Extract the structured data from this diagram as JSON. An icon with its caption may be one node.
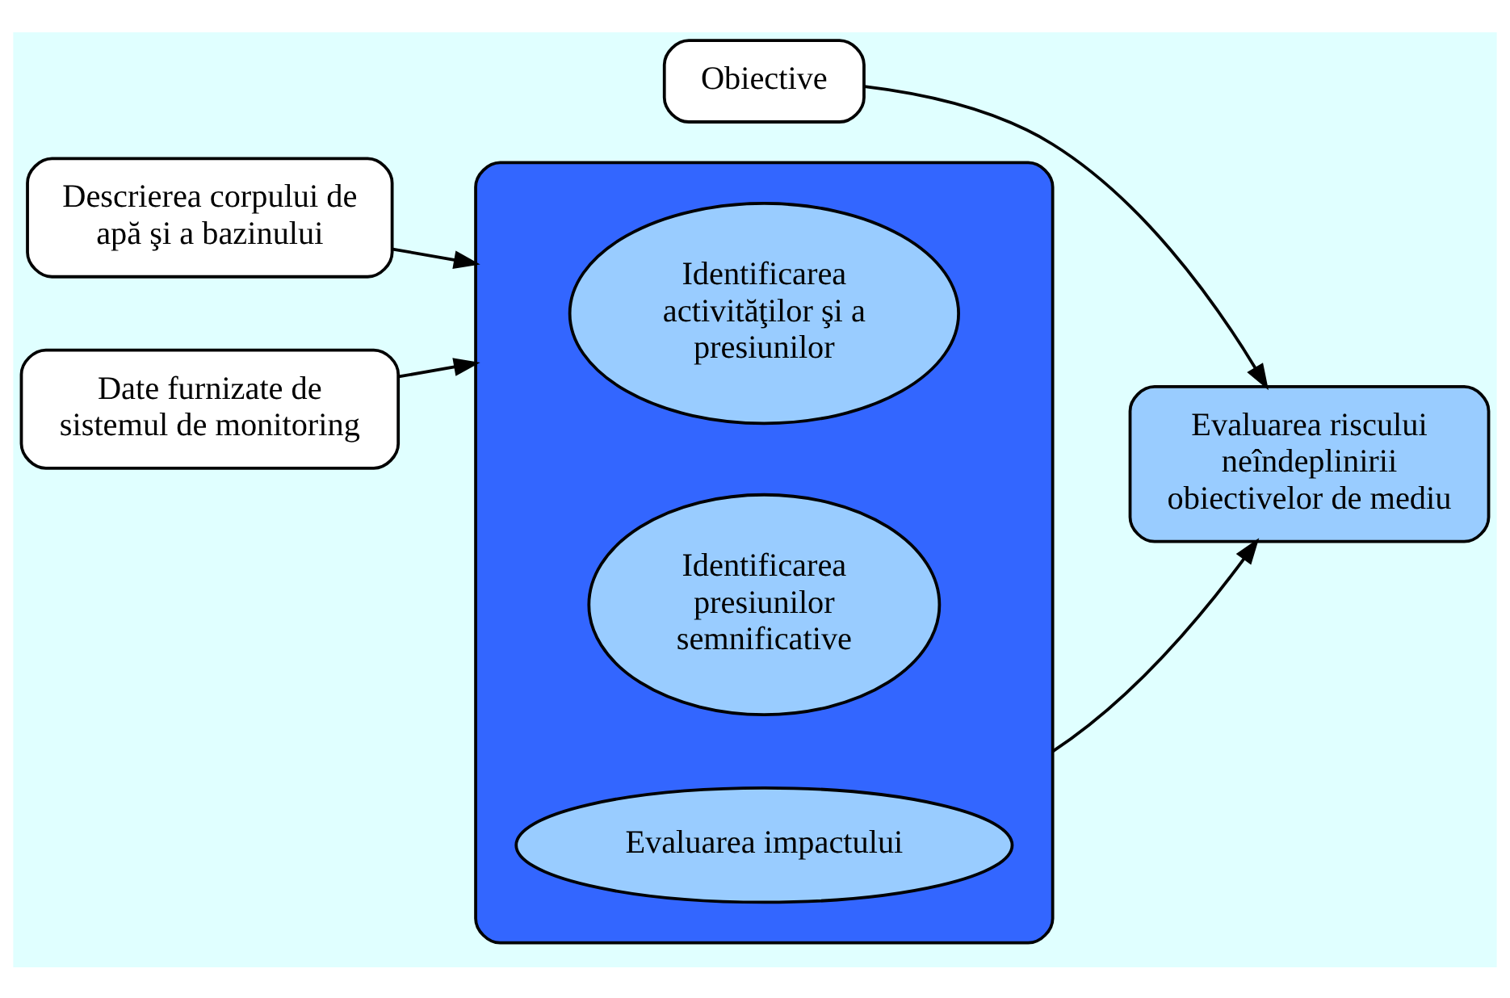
{
  "diagram": {
    "nodes": [
      {
        "text": [],
        "shape": "box"
      },
      {
        "text": [
          "Identificarea activităţilor şi a presiunilor"
        ],
        "in": 0
      },
      {
        "text": [
          "Identificarea presiunilor semnificative"
        ],
        "in": 0
      },
      {
        "text": [
          "Evaluarea impactului"
        ],
        "in": 0
      },
      {
        "text": [
          "Descrierea corpului de apă şi a bazinului"
        ]
      },
      {
        "text": [
          "Date furnizate de sistemul de monitoring"
        ]
      },
      {
        "text": [
          "Obiective"
        ]
      },
      {
        "text": [
          "Evaluarea riscului neîndeplinirii obiectivelor de mediu"
        ]
      }
    ],
    "edges": [
      {
        "from": 4,
        "to": 0,
        "arrow": "to"
      },
      {
        "from": 5,
        "to": 0,
        "arrow": "to"
      },
      {
        "from": 0,
        "to": 7,
        "arrow": "to"
      },
      {
        "from": 6,
        "to": 7,
        "arrow": "to"
      }
    ]
  }
}
